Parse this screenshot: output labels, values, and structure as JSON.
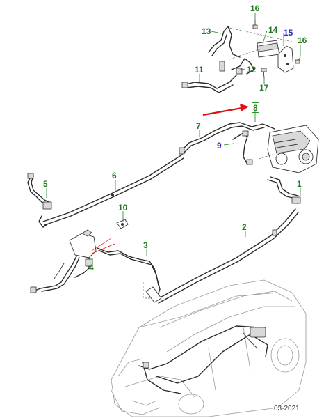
{
  "diagram": {
    "callouts": [
      {
        "id": "c1",
        "label": "1",
        "color": "green"
      },
      {
        "id": "c2",
        "label": "2",
        "color": "green"
      },
      {
        "id": "c3",
        "label": "3",
        "color": "green"
      },
      {
        "id": "c4",
        "label": "4",
        "color": "green"
      },
      {
        "id": "c5",
        "label": "5",
        "color": "green"
      },
      {
        "id": "c6",
        "label": "6",
        "color": "green"
      },
      {
        "id": "c7",
        "label": "7",
        "color": "green"
      },
      {
        "id": "c8",
        "label": "8",
        "color": "green"
      },
      {
        "id": "c9",
        "label": "9",
        "color": "blue"
      },
      {
        "id": "c10",
        "label": "10",
        "color": "green"
      },
      {
        "id": "c11",
        "label": "11",
        "color": "green"
      },
      {
        "id": "c12",
        "label": "12",
        "color": "green"
      },
      {
        "id": "c13",
        "label": "13",
        "color": "green"
      },
      {
        "id": "c14",
        "label": "14",
        "color": "green"
      },
      {
        "id": "c15",
        "label": "15",
        "color": "blue"
      },
      {
        "id": "c16a",
        "label": "16",
        "color": "green"
      },
      {
        "id": "c16b",
        "label": "16",
        "color": "green"
      },
      {
        "id": "c17",
        "label": "17",
        "color": "green"
      }
    ],
    "date_stamp": "03-2021",
    "colors": {
      "callout_green": "#1f7a1f",
      "callout_blue": "#2a2ad0",
      "highlight_arrow": "#e01010",
      "highlight_box": "#1f9a1f"
    }
  }
}
